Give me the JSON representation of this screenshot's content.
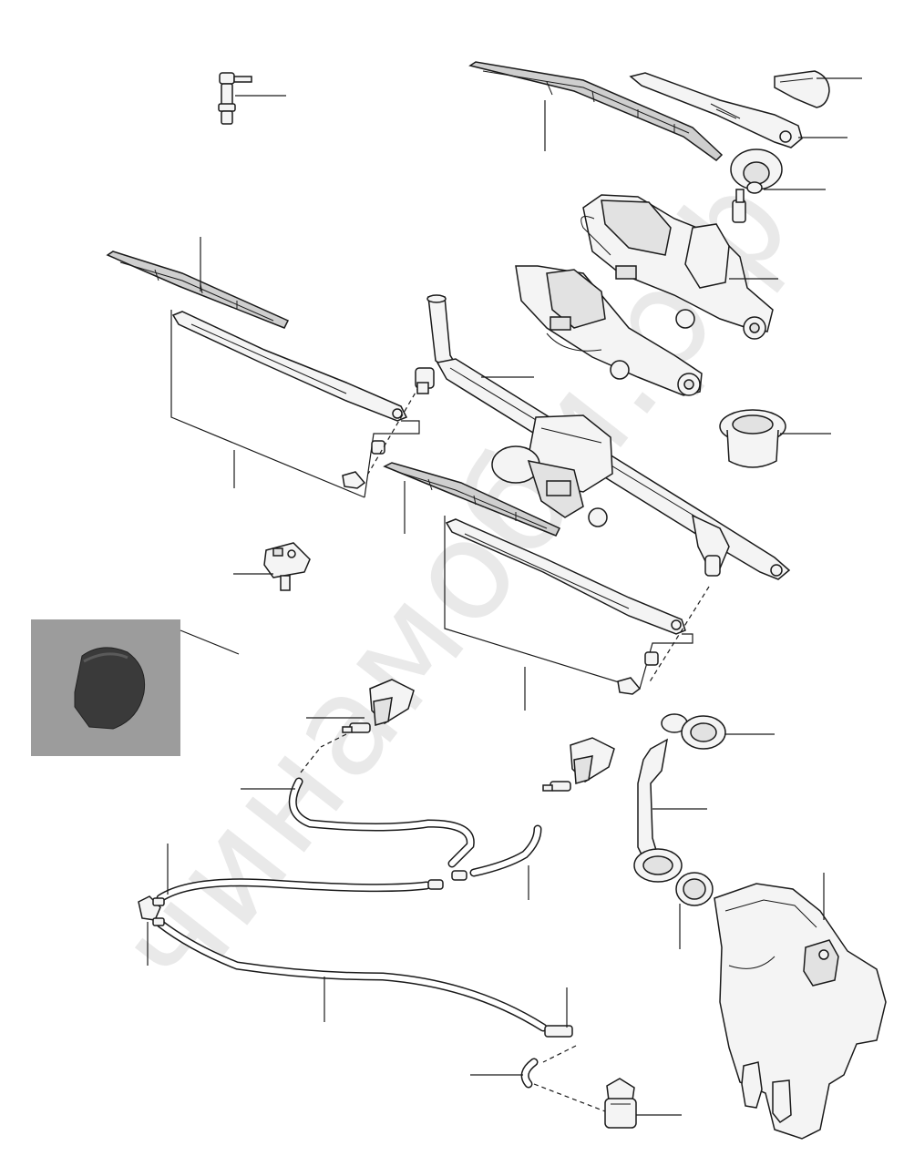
{
  "watermark": "чинамоби.рф",
  "colors": {
    "line": "#1a1a1a",
    "photo_bg": "#9c9c9c",
    "cap": "#3a3a3a",
    "watermark": "#d7d7d7"
  },
  "parts": [
    "rear-washer-jet",
    "rear-wiper-blade",
    "rear-wiper-arm-cap",
    "rear-wiper-arm",
    "rear-spindle-seal",
    "rear-wiper-motor",
    "front-wiper-blade-left",
    "front-wiper-arm-left",
    "wiper-linkage",
    "wiper-motor",
    "grommet",
    "washer-jet-connector",
    "nut-cover-photo",
    "washer-nozzle-left",
    "washer-nozzle-right",
    "front-wiper-blade-right",
    "front-wiper-arm-right",
    "filler-cap-seal",
    "filler-neck",
    "filler-seal-ring",
    "washer-reservoir",
    "washer-pump",
    "washer-hoses",
    "hose-connectors"
  ]
}
